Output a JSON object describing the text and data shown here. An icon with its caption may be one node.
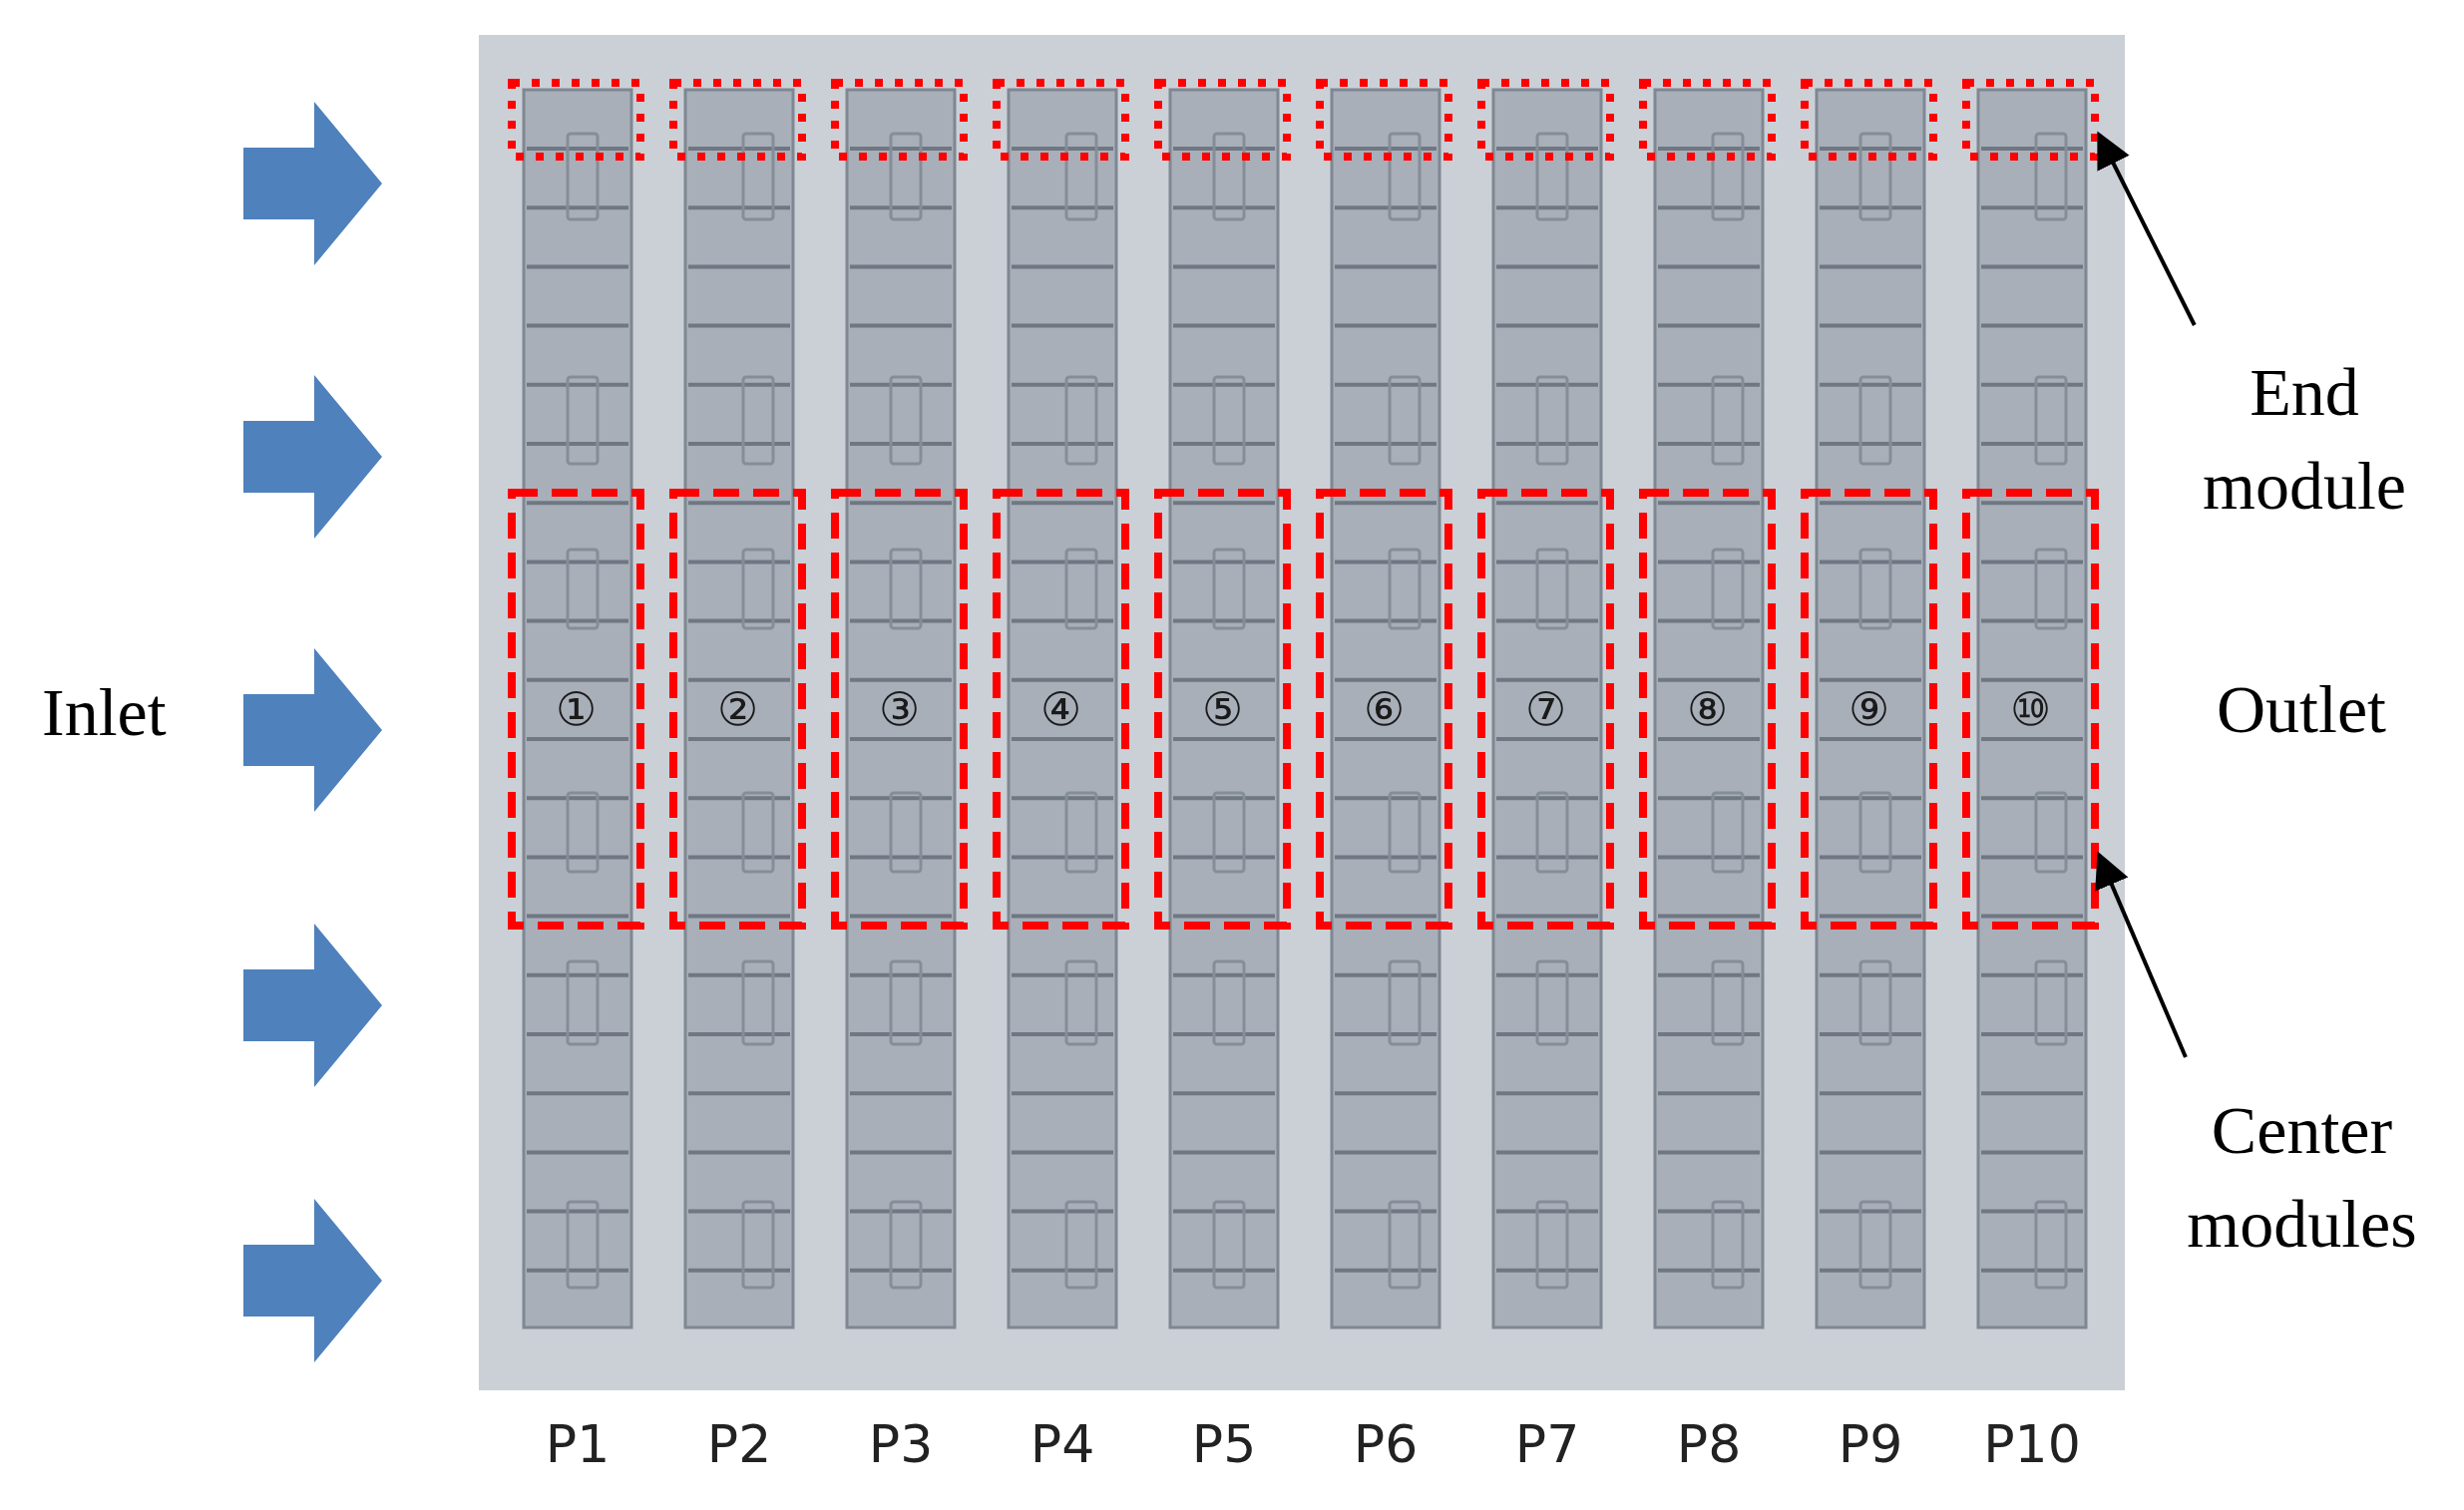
{
  "diagram": {
    "nodes": [
      {
        "text": [],
        "shape": "box"
      },
      {
        "text": [],
        "shape": "box"
      },
      {
        "text": [],
        "shape": "box"
      },
      {
        "text": [],
        "shape": "box"
      },
      {
        "text": [],
        "shape": "box"
      },
      {
        "text": [],
        "shape": "box"
      },
      {
        "text": [],
        "shape": "box"
      },
      {
        "text": [],
        "shape": "box"
      },
      {
        "text": [],
        "shape": "box"
      },
      {
        "text": [],
        "shape": "box"
      },
      {
        "text": [
          "①"
        ]
      },
      {
        "text": [
          "②"
        ]
      },
      {
        "text": [
          "③"
        ]
      },
      {
        "text": [
          "④"
        ]
      },
      {
        "text": [
          "⑤"
        ]
      },
      {
        "text": [
          "⑥"
        ]
      },
      {
        "text": [
          "⑦"
        ]
      },
      {
        "text": [
          "⑧"
        ]
      },
      {
        "text": [
          "⑨"
        ]
      },
      {
        "text": [
          "⑩"
        ]
      },
      {
        "text": [
          "End module"
        ]
      },
      {
        "text": [
          "Center modules"
        ]
      }
    ],
    "edges": [
      {
        "from": 20,
        "to": 9,
        "arrow": "to"
      },
      {
        "from": 21,
        "to": 19,
        "arrow": "to"
      }
    ],
    "labels": [
      "Inlet",
      "Outlet",
      "P1",
      "P2",
      "P3",
      "P4",
      "P5",
      "P6",
      "P7",
      "P8",
      "P9",
      "P10"
    ]
  }
}
